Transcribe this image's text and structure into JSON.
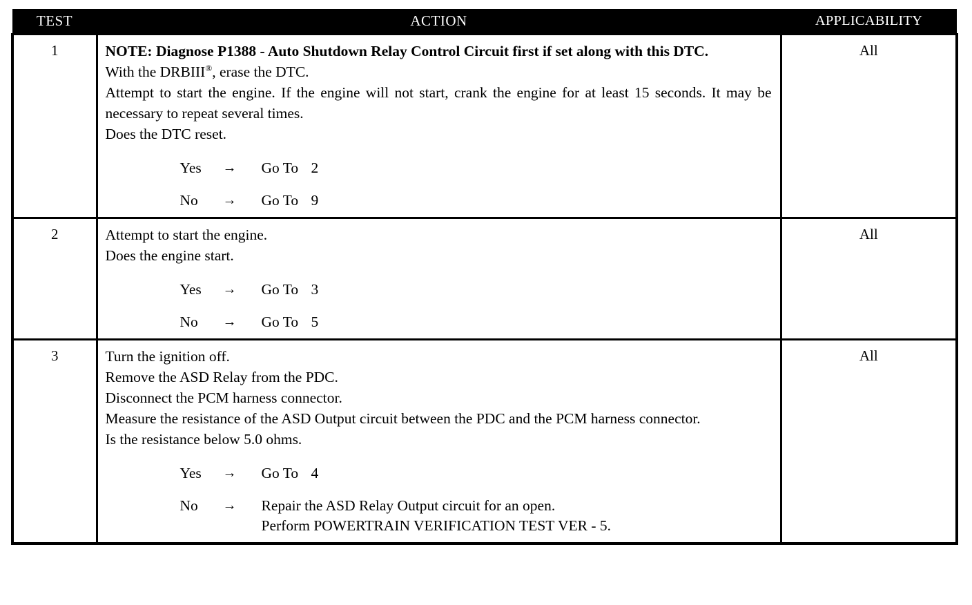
{
  "table": {
    "headers": {
      "test": "TEST",
      "action": "ACTION",
      "applicability": "APPLICABILITY"
    },
    "rows": [
      {
        "test": "1",
        "applicability": "All",
        "lines": [
          {
            "text": "NOTE: Diagnose P1388 - Auto Shutdown Relay Control Circuit first if set along with this DTC.",
            "bold": true,
            "justify": true
          },
          {
            "text": "With the DRBIII®, erase the DTC.",
            "bold": false,
            "justify": false,
            "has_reg": true,
            "pre_reg": "With the DRBIII",
            "post_reg": ", erase the DTC."
          },
          {
            "text": "Attempt to start the engine. If the engine will not start, crank the engine for at least 15 seconds. It may be necessary to repeat several times.",
            "bold": false,
            "justify": true
          },
          {
            "text": "Does the DTC reset.",
            "bold": false,
            "justify": false
          }
        ],
        "branches": [
          {
            "answer": "Yes",
            "arrow": "→",
            "goto": "Go To",
            "target": "2",
            "extra": ""
          },
          {
            "answer": "No",
            "arrow": "→",
            "goto": "Go To",
            "target": "9",
            "extra": ""
          }
        ]
      },
      {
        "test": "2",
        "applicability": "All",
        "lines": [
          {
            "text": "Attempt to start the engine.",
            "bold": false,
            "justify": false
          },
          {
            "text": "Does the engine start.",
            "bold": false,
            "justify": false
          }
        ],
        "branches": [
          {
            "answer": "Yes",
            "arrow": "→",
            "goto": "Go To",
            "target": "3",
            "extra": ""
          },
          {
            "answer": "No",
            "arrow": "→",
            "goto": "Go To",
            "target": "5",
            "extra": ""
          }
        ]
      },
      {
        "test": "3",
        "applicability": "All",
        "lines": [
          {
            "text": "Turn the ignition off.",
            "bold": false,
            "justify": false
          },
          {
            "text": "Remove the ASD Relay from the PDC.",
            "bold": false,
            "justify": false
          },
          {
            "text": "Disconnect the PCM harness connector.",
            "bold": false,
            "justify": false
          },
          {
            "text": "Measure the resistance of the ASD Output circuit between the PDC and the PCM harness connector.",
            "bold": false,
            "justify": true
          },
          {
            "text": "Is the resistance below 5.0 ohms.",
            "bold": false,
            "justify": false
          }
        ],
        "branches": [
          {
            "answer": "Yes",
            "arrow": "→",
            "goto": "Go To",
            "target": "4",
            "extra": ""
          },
          {
            "answer": "No",
            "arrow": "→",
            "goto": "Repair the ASD Relay Output circuit for an open.",
            "target": "",
            "extra": "Perform POWERTRAIN VERIFICATION TEST VER - 5."
          }
        ]
      }
    ]
  },
  "colors": {
    "header_background": "#000000",
    "header_text": "#ffffff",
    "border": "#000000",
    "page_background": "#ffffff",
    "body_text": "#000000"
  }
}
